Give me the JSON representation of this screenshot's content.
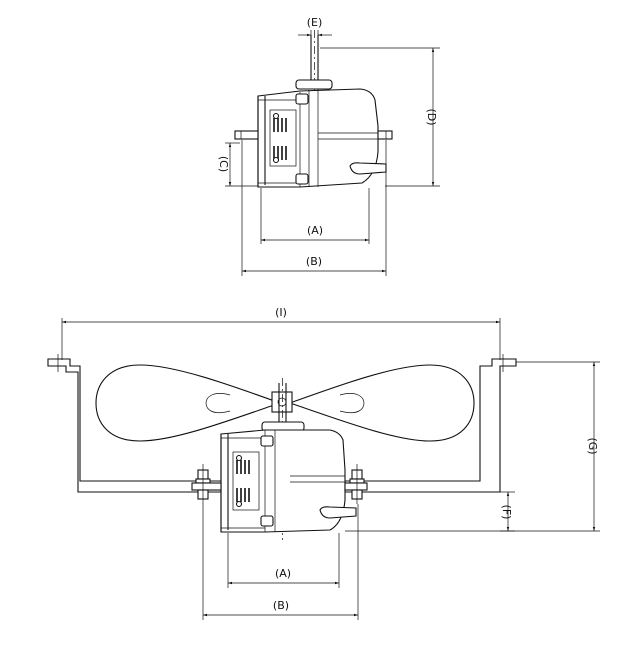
{
  "top_view": {
    "labels": {
      "e": "(E)",
      "d": "(D)",
      "c": "(C)",
      "a": "(A)",
      "b": "(B)"
    }
  },
  "bottom_view": {
    "labels": {
      "i": "(I)",
      "g": "(G)",
      "f": "(F)",
      "a": "(A)",
      "b": "(B)"
    }
  }
}
